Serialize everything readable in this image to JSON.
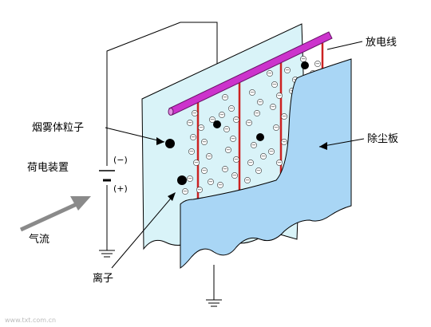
{
  "labels": {
    "wire": "放电线",
    "particle": "烟雾体粒子",
    "plate": "除尘板",
    "charger": "荷电装置",
    "airflow": "气流",
    "ion": "离子"
  },
  "symbols": {
    "minus": "(−)",
    "plus": "(+)",
    "ion_sign": "⊖"
  },
  "colors": {
    "rod": "#cc33cc",
    "wire": "#cc2222",
    "plate": "#a9d6f5",
    "back_panel": "#d9f3f8",
    "arrow": "#8a8a8a"
  },
  "watermark": "www.txt.com.cn"
}
